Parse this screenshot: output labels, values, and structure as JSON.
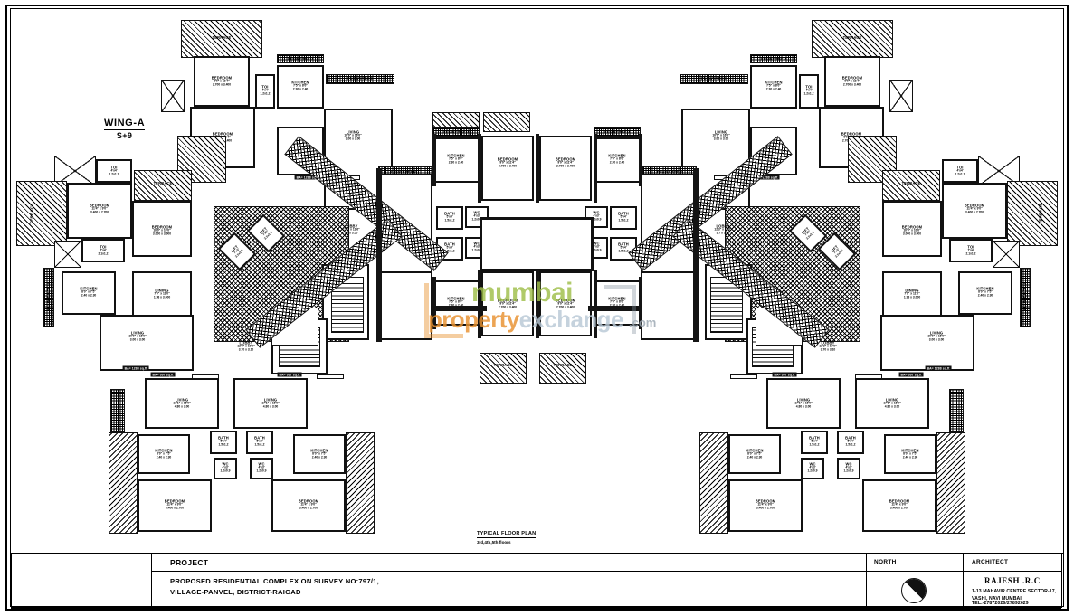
{
  "sheet": {
    "wing": {
      "name": "WING-A",
      "floors": "S+9"
    },
    "plan_title": {
      "main": "TYPICAL FLOOR PLAN",
      "sub": "3rd,4th,5th floors"
    }
  },
  "watermark": {
    "line1": "mumbai",
    "line2a": "property",
    "line2b": "exchange",
    "tld": ".com"
  },
  "title_block": {
    "project_label": "PROJECT",
    "project_line1": "PROPOSED RESIDENTIAL COMPLEX ON SURVEY NO:797/1,",
    "project_line2": "VILLAGE-PANVEL, DISTRICT-RAIGAD",
    "north_label": "NORTH",
    "architect_label": "ARCHITECT",
    "architect_name": "RAJESH .R.C",
    "architect_addr1": "1-13 MAHAVIR CENTRE SECTOR-17,",
    "architect_addr2": "VASHI, NAVI MUMBAI.",
    "architect_tel": "TEL.-27872026/27892629"
  },
  "area_tags": [
    {
      "text": "BA= 1288 sq.ft"
    },
    {
      "text": "BA= 697 sq.ft"
    }
  ],
  "rooms": [
    {
      "id": "r1",
      "name": "TERRACE",
      "dim_ft": "",
      "dim_m": ""
    },
    {
      "id": "r2",
      "name": "BEDROOM",
      "dim_ft": "9'0\" x 11'4\"",
      "dim_m": "2.700 x 3.400"
    },
    {
      "id": "r3",
      "name": "TOI",
      "dim_ft": "4'0\" x 4'0\"",
      "dim_m": "1.2x1.2"
    },
    {
      "id": "r4",
      "name": "KITCHEN",
      "dim_ft": "7'5\" x 8'0\"",
      "dim_m": "2.50 x 3.40"
    },
    {
      "id": "r5",
      "name": "BEDROOM",
      "dim_ft": "10'0\" x 10'0\"",
      "dim_m": "3.000 x 3.000"
    },
    {
      "id": "r6",
      "name": "DINING",
      "dim_ft": "7'0\" x 11'0\"",
      "dim_m": "1.98 x 3.000"
    },
    {
      "id": "r7",
      "name": "LIVING",
      "dim_ft": "10'0\" x 16'0\"",
      "dim_m": "3.00 x 3.00"
    },
    {
      "id": "r8",
      "name": "TOI",
      "dim_ft": "7'x4'",
      "dim_m": "2.1x1.2"
    },
    {
      "id": "r9",
      "name": "BEDROOM",
      "dim_ft": "11'4\" x 9'0\"",
      "dim_m": "3.400 x 2.700"
    },
    {
      "id": "r10",
      "name": "KITCHEN",
      "dim_ft": "8'0\" x 7'5\"",
      "dim_m": "2.40 x 2.30"
    },
    {
      "id": "r11",
      "name": "LIVING",
      "dim_ft": "16'0\" x 10'0\"",
      "dim_m": "3.10 x 3.00"
    },
    {
      "id": "r12",
      "name": "LOBBY",
      "dim_ft": "12'3\" x 11'6\"",
      "dim_m": "3.7 x 3.50"
    },
    {
      "id": "r13",
      "name": "LIFT",
      "dim_ft": "7'x5'",
      "dim_m": "2.1x1.5"
    },
    {
      "id": "r14",
      "name": "LIFT",
      "dim_ft": "7'x5'",
      "dim_m": "2.1x1.5"
    },
    {
      "id": "r15",
      "name": "LIVING",
      "dim_ft": "17'1\" x 16'0\"",
      "dim_m": "4.80 x 3.00"
    },
    {
      "id": "r16",
      "name": "KITCHEN",
      "dim_ft": "8'0\" x 7'5\"",
      "dim_m": "2.40 x 2.30"
    },
    {
      "id": "r17",
      "name": "BEDROOM",
      "dim_ft": "11'4\" x 9'0\"",
      "dim_m": "3.400 x 2.700"
    },
    {
      "id": "r18",
      "name": "BATH",
      "dim_ft": "5'x4'",
      "dim_m": "1.5x1.2"
    },
    {
      "id": "r19",
      "name": "WC",
      "dim_ft": "3'x4'",
      "dim_m": "0.9x1.2"
    },
    {
      "id": "r20",
      "name": "KITCHEN",
      "dim_ft": "7'5\" x 8'0\"",
      "dim_m": "2.30 x 2.40"
    },
    {
      "id": "r21",
      "name": "BEDROOM",
      "dim_ft": "9'0\" x 11'4\"",
      "dim_m": "2.700 x 3.400"
    },
    {
      "id": "r22",
      "name": "TERRACE",
      "dim_ft": "",
      "dim_m": ""
    },
    {
      "id": "r23",
      "name": "BATH",
      "dim_ft": "5'x4'",
      "dim_m": "1.5x1.2"
    },
    {
      "id": "r24",
      "name": "WC",
      "dim_ft": "4'x3'",
      "dim_m": "1.2x0.9"
    },
    {
      "id": "r25",
      "name": "LIVING",
      "dim_ft": "16'0\" x 10'0\"",
      "dim_m": "3.00 x 3.00"
    },
    {
      "id": "r26",
      "name": "FLOWERBED",
      "dim_ft": "",
      "dim_m": ""
    }
  ],
  "labels": {
    "terrace": "TERRACE",
    "flowerbed": "FLOWERBED",
    "up": "UP",
    "lobby": "LOBBY",
    "lift": "LIFT",
    "living": "LIVING",
    "kitchen": "KITCHEN",
    "bedroom": "BEDROOM",
    "dining": "DINING",
    "bath": "BATH",
    "wc": "WC",
    "toi": "TOI"
  },
  "dims": {
    "bed_a_ft": "9'0\" x 11'4\"",
    "bed_a_m": "2.700 x 3.400",
    "bed_b_ft": "11'4\" x 9'0\"",
    "bed_b_m": "3.400 x 2.700",
    "bed_c_ft": "10'0\" x 10'0\"",
    "bed_c_m": "3.000 x 3.000",
    "kit_a_ft": "7'5\" x 8'0\"",
    "kit_a_m": "2.30 x 2.40",
    "kit_b_ft": "8'0\" x 7'5\"",
    "kit_b_m": "2.40 x 2.30",
    "liv_a_ft": "10'0\" x 16'0\"",
    "liv_a_m": "3.00 x 3.00",
    "liv_b_ft": "16'0\" x 10'0\"",
    "liv_b_m": "3.00 x 3.00",
    "liv_c_ft": "17'1\" x 16'0\"",
    "liv_c_m": "4.80 x 3.00",
    "din_ft": "7'0\" x 11'0\"",
    "din_m": "1.98 x 3.000",
    "toi_ft": "4'x4'",
    "toi_m": "1.2x1.2",
    "toi2_ft": "7'x4'",
    "toi2_m": "2.1x1.2",
    "bath_ft": "5'x4'",
    "bath_m": "1.5x1.2",
    "wc_ft": "4'x3'",
    "wc_m": "1.2x0.9",
    "lift_ft": "7'x5'",
    "lift_m": "2.1x1.5",
    "lobby_ft": "12'3\" x 11'6\"",
    "lobby_m": "3.7 x 3.50",
    "lobby2_ft": "12'3\" x 10'0\"",
    "lobby2_m": "3.70 x 3.10"
  },
  "area_big": "BA= 1288 sq.ft",
  "area_small": "BA= 697 sq.ft"
}
